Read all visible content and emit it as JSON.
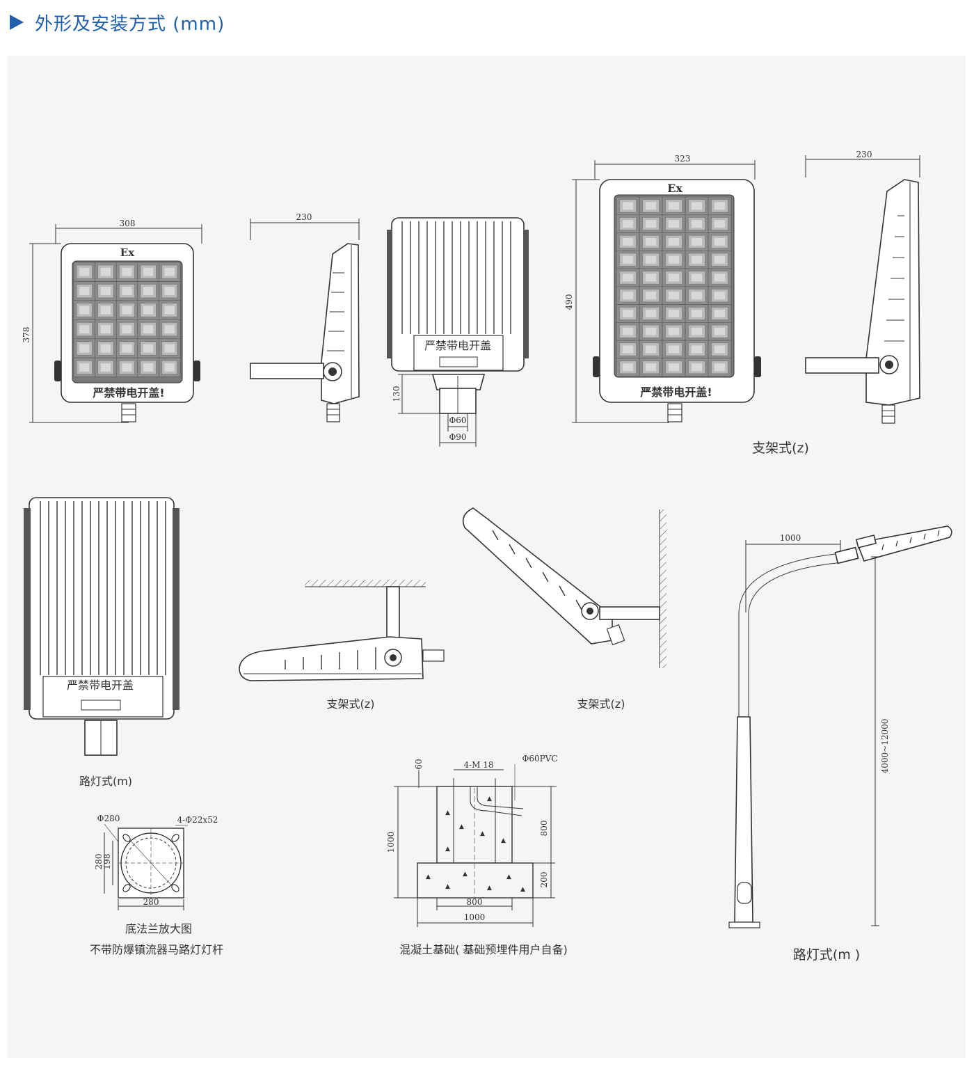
{
  "header": {
    "title": "外形及安装方式 (mm)",
    "accent_color": "#1f5fae"
  },
  "drawings": {
    "front_small": {
      "width": "308",
      "height": "378",
      "ex": "Ex",
      "warning": "严禁带电开盖!"
    },
    "side_small": {
      "depth": "230"
    },
    "back_small": {
      "warning": "严禁带电开盖",
      "stub_height": "130",
      "d_inner": "Φ60",
      "d_outer": "Φ90"
    },
    "front_large": {
      "width": "323",
      "height": "490",
      "ex": "Ex",
      "warning": "严禁带电开盖!"
    },
    "side_large": {
      "depth": "230"
    },
    "bracket_caption": "支架式(z)",
    "street_back": {
      "warning": "严禁带电开盖",
      "caption": "路灯式(m)"
    },
    "ceiling_caption": "支架式(z)",
    "wall_caption": "支架式(z)",
    "pole": {
      "arm": "1000",
      "height": "4000~12000",
      "caption": "路灯式(m )"
    },
    "flange": {
      "d_outer": "Φ280",
      "holes": "4-Φ22x52",
      "side": "280",
      "inner_a": "280",
      "inner_b": "198",
      "caption": "底法兰放大图",
      "caption2": "不带防爆镇流器马路灯灯杆"
    },
    "foundation": {
      "top": "60",
      "bolts": "4-M 18",
      "pvc": "Φ60PVC",
      "h_total": "1000",
      "h_upper": "800",
      "h_lower": "200",
      "w_upper": "800",
      "w_total": "1000",
      "caption": "混凝土基础( 基础预埋件用户自备)"
    }
  }
}
